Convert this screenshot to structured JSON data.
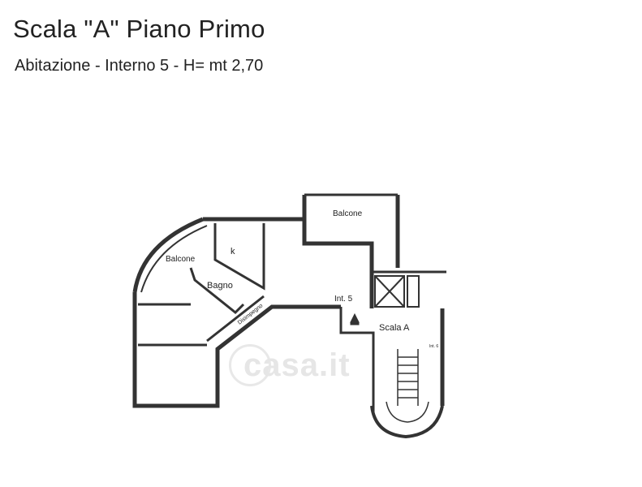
{
  "header": {
    "title": "Scala \"A\" Piano Primo",
    "subtitle": "Abitazione - Interno 5 - H= mt 2,70"
  },
  "plan": {
    "labels": {
      "balcone_top": "Balcone",
      "balcone_left": "Balcone",
      "kitchen": "k",
      "bathroom": "Bagno",
      "hallway": "Disimpegno",
      "unit": "Int. 5",
      "stair": "Scala A",
      "neighbor_unit": "Int. 6"
    }
  },
  "watermark": {
    "text": "casa.it"
  }
}
